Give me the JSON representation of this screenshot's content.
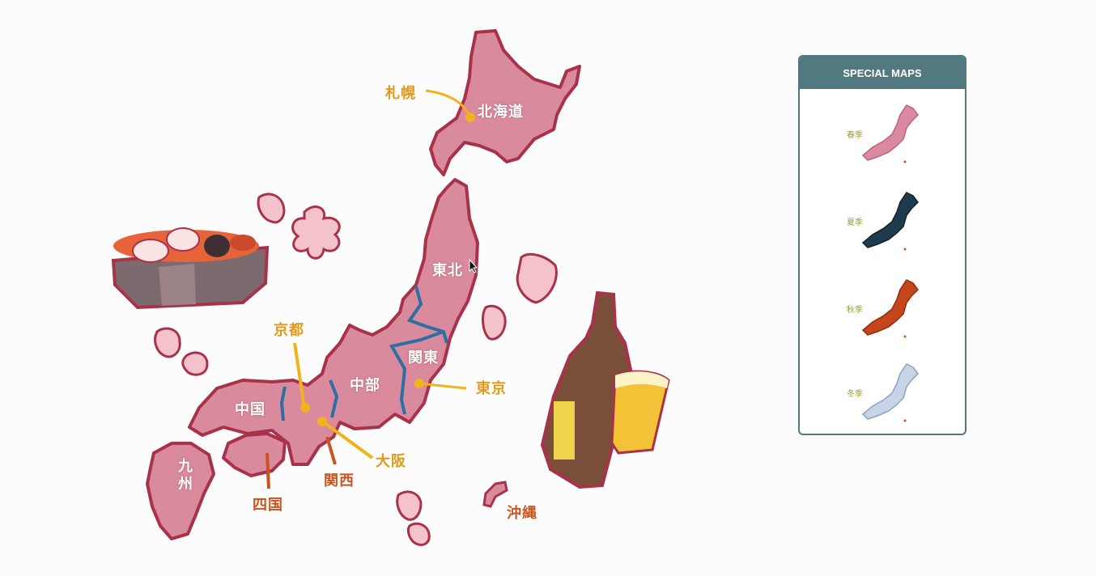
{
  "regions": {
    "hokkaido": "北海道",
    "tohoku": "東北",
    "kanto": "関東",
    "chubu": "中部",
    "chugoku": "中国",
    "kyushu": "九州"
  },
  "cities": {
    "sapporo": "札幌",
    "kyoto": "京都",
    "tokyo": "東京",
    "osaka": "大阪"
  },
  "areas": {
    "kansai": "関西",
    "shikoku": "四国",
    "okinawa": "沖縄"
  },
  "special_maps": {
    "title": "SPECIAL MAPS",
    "items": [
      {
        "label": "春季",
        "color": "#d98aa0",
        "icon": "spring-map-icon"
      },
      {
        "label": "夏季",
        "color": "#1d3b4d",
        "icon": "summer-map-icon"
      },
      {
        "label": "秋季",
        "color": "#c4461a",
        "icon": "autumn-map-icon"
      },
      {
        "label": "冬季",
        "color": "#c6d4e6",
        "icon": "winter-map-icon"
      }
    ]
  },
  "colors": {
    "land": "#d98a9c",
    "outline": "#a8324a",
    "region_border": "#2d6fa3",
    "city_dot": "#f2b21b",
    "panel_accent": "#52797f"
  }
}
